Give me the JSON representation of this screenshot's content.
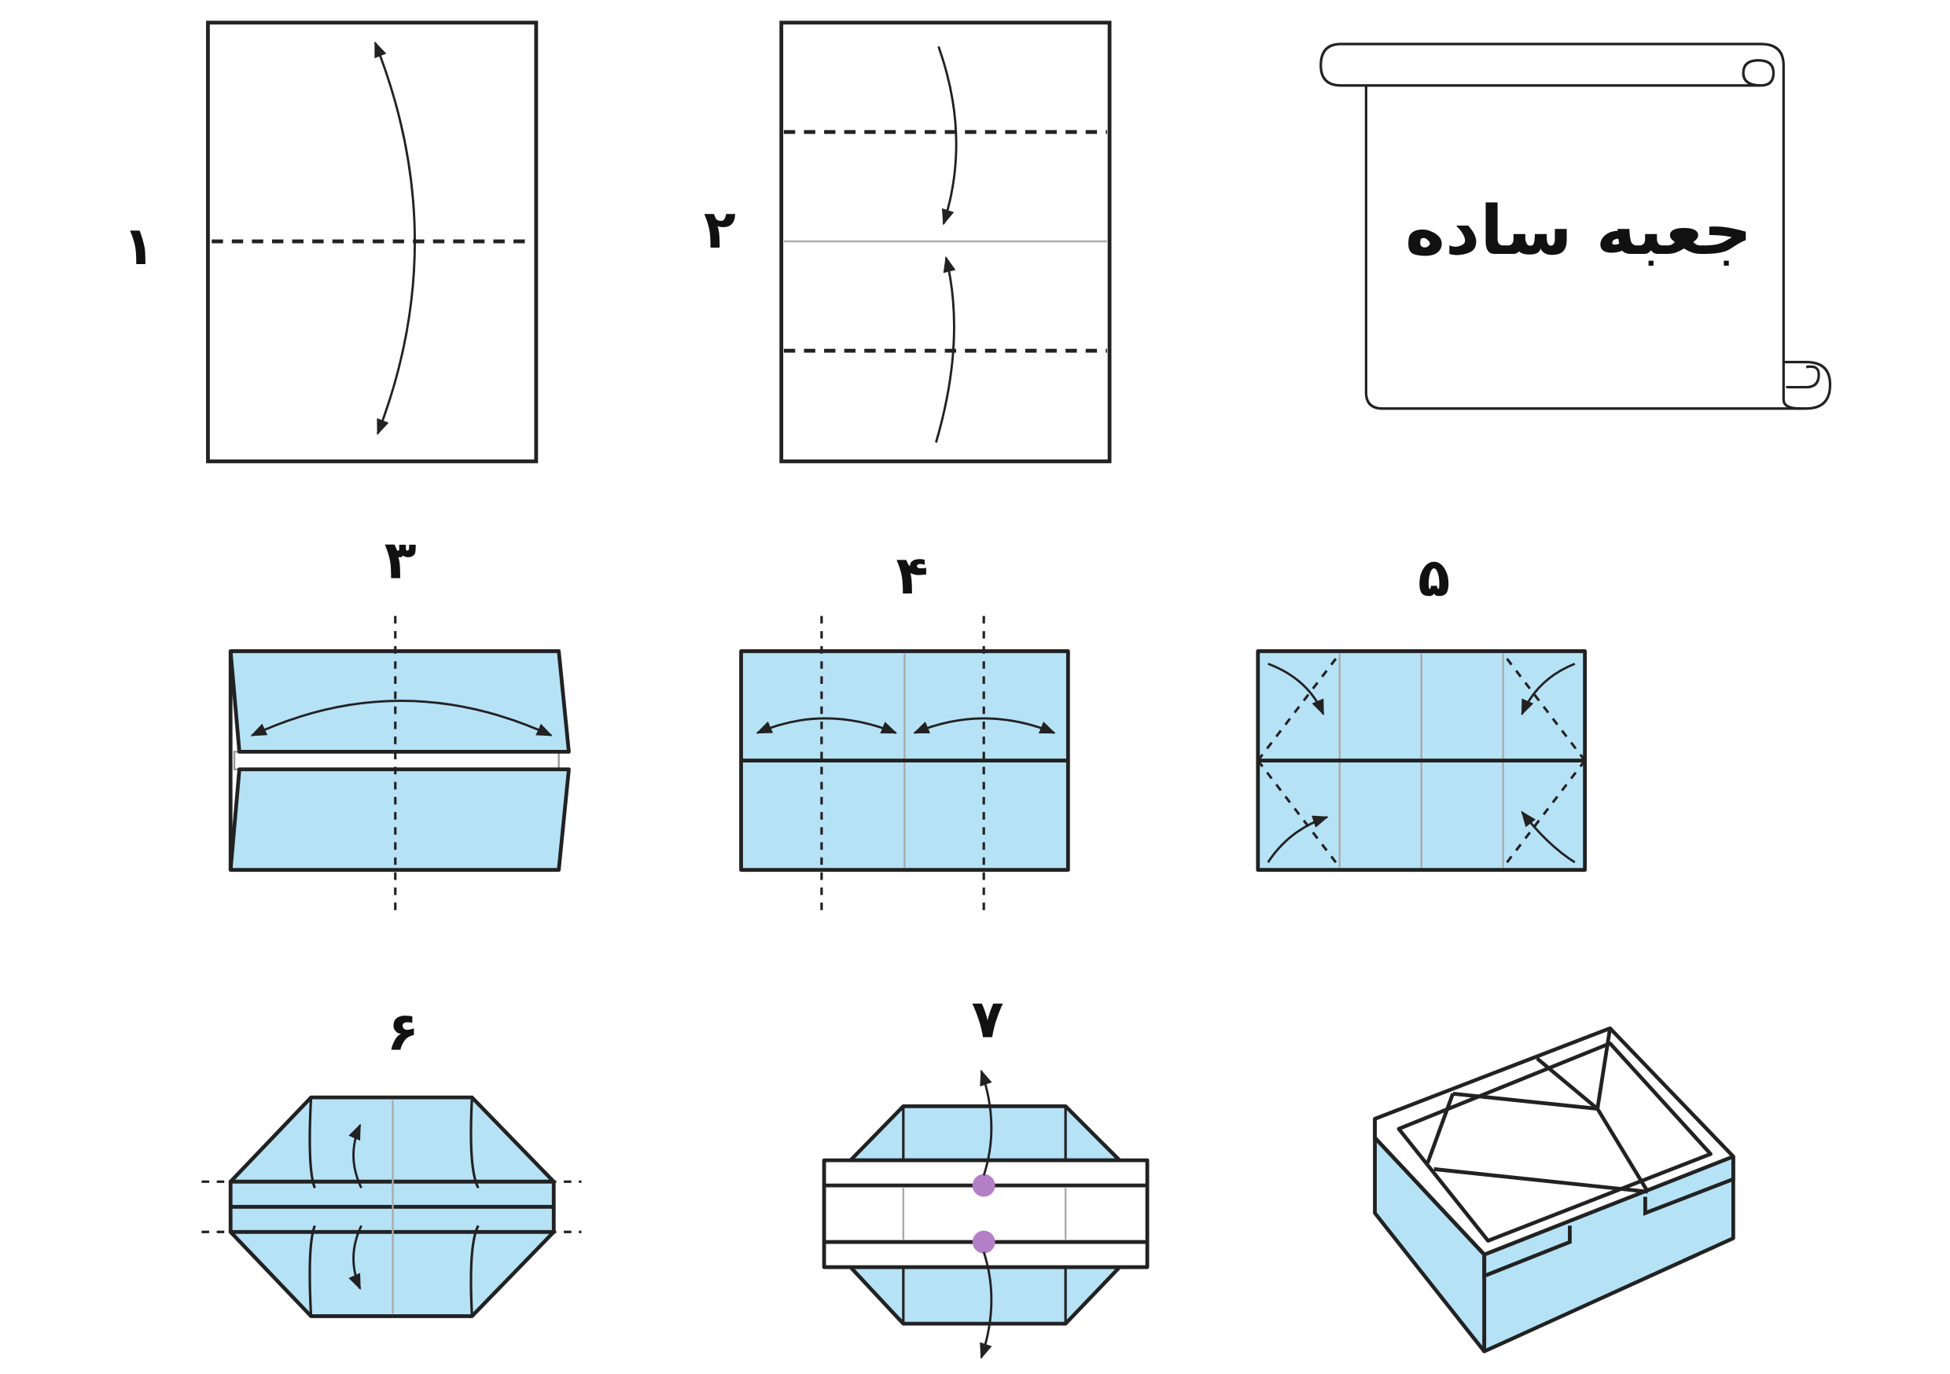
{
  "title": "جعبه ساده",
  "steps": [
    "١",
    "٢",
    "٣",
    "۴",
    "۵",
    "۶",
    "٧"
  ],
  "colors": {
    "paper_blue": "#b6e2f6",
    "dot_purple": "#b37fc7",
    "line": "#222222"
  }
}
